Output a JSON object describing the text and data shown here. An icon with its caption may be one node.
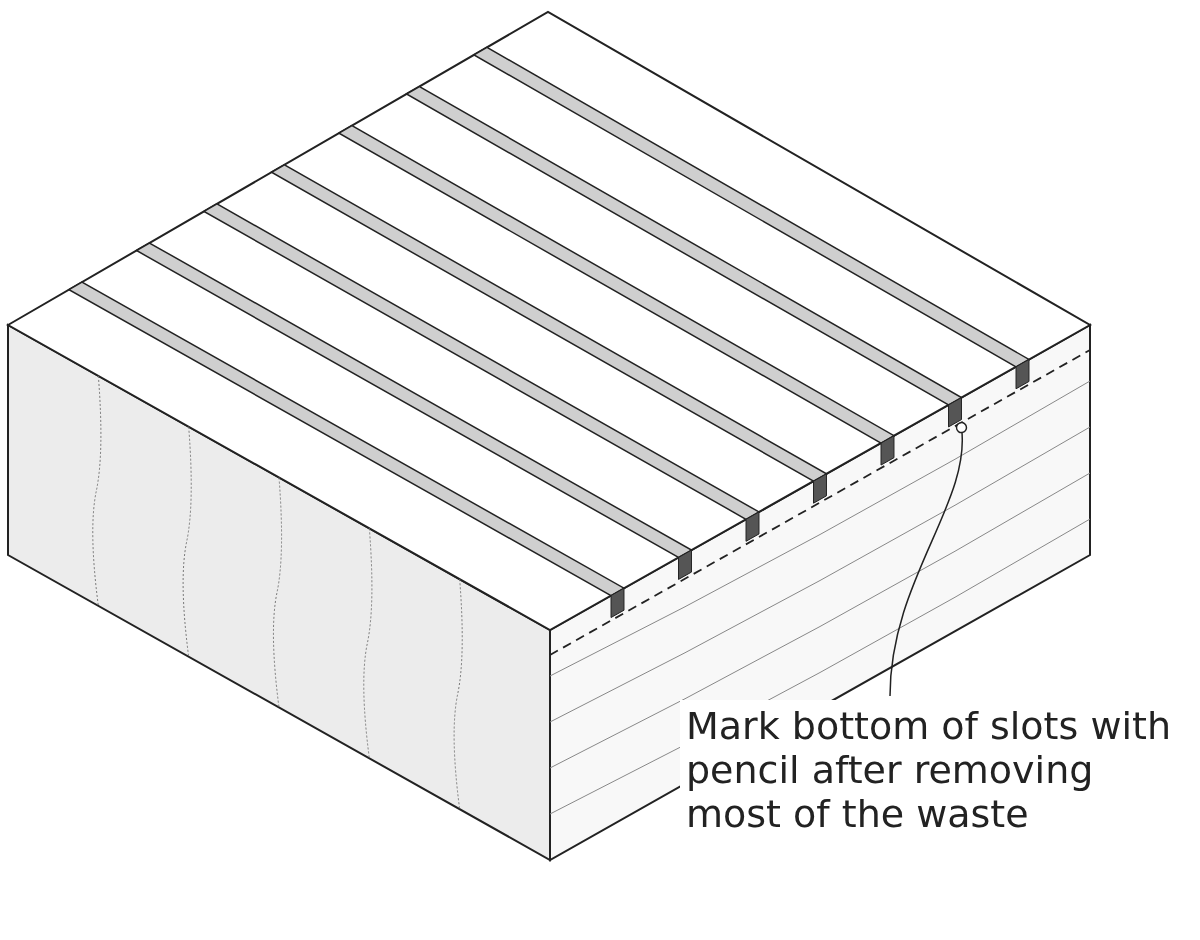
{
  "diagram": {
    "nodes": [
      {
        "text": [
          "Mark bottom of slots with pencil after removing most of the waste"
        ]
      },
      {
        "text": [],
        "shape": "line"
      }
    ],
    "edges": [
      {
        "from": 0,
        "to": 1,
        "arrow": "other"
      }
    ]
  }
}
